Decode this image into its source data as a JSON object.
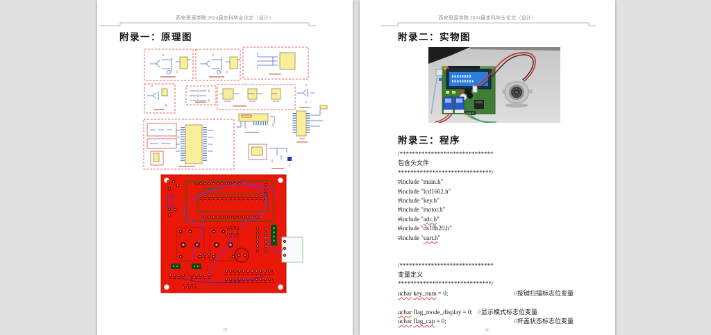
{
  "window": {
    "background": "#e1e1e1"
  },
  "header": {
    "running_title": "西安思源学院 2024届本科毕业论文（设计）"
  },
  "pages": {
    "left": {
      "heading": "附录一：原理图",
      "page_number": "39"
    },
    "right": {
      "heading_physical": "附录二：实物图",
      "heading_program": "附录三：程序",
      "page_number": "40",
      "code": {
        "lines": [
          {
            "segments": [
              {
                "t": "/******************************"
              }
            ]
          },
          {
            "segments": [
              {
                "t": "包含头文件"
              }
            ]
          },
          {
            "segments": [
              {
                "t": "******************************/"
              }
            ]
          },
          {
            "segments": [
              {
                "t": "#include \"main.h\""
              }
            ]
          },
          {
            "segments": [
              {
                "t": "#include \"lcd1602.h\""
              }
            ]
          },
          {
            "segments": [
              {
                "t": "#include \"key.h\""
              }
            ]
          },
          {
            "segments": [
              {
                "t": "#include \"motor.h\""
              }
            ]
          },
          {
            "segments": [
              {
                "t": "#include \""
              },
              {
                "t": "adc.h",
                "wavy": true
              },
              {
                "t": "\""
              }
            ]
          },
          {
            "segments": [
              {
                "t": "#include \"ds18b20.h\""
              }
            ]
          },
          {
            "segments": [
              {
                "t": "#include \""
              },
              {
                "t": "uart.h",
                "wavy": true
              },
              {
                "t": "\""
              }
            ]
          },
          {
            "segments": []
          },
          {
            "segments": []
          },
          {
            "segments": [
              {
                "t": "/******************************"
              }
            ]
          },
          {
            "segments": [
              {
                "t": "变量定义"
              }
            ]
          },
          {
            "segments": [
              {
                "t": "******************************/"
              }
            ]
          },
          {
            "segments": [
              {
                "t": "uchar",
                "wavy": true
              },
              {
                "t": " "
              },
              {
                "t": "key_num",
                "wavy": true
              },
              {
                "t": " = 0;"
              }
            ],
            "comment": "//按键扫描标志位变量",
            "tab": "far"
          },
          {
            "segments": []
          },
          {
            "segments": [
              {
                "t": "uchar",
                "wavy": true
              },
              {
                "t": " flag_mode_display = 0;"
              }
            ],
            "comment": "//显示模式标志位变量",
            "tab": "near"
          },
          {
            "segments": [
              {
                "t": "uchar",
                "wavy": true
              },
              {
                "t": " "
              },
              {
                "t": "flag_cap",
                "wavy": true
              },
              {
                "t": " = 0;"
              }
            ],
            "comment": "//杯盖状态标志位变量",
            "tab": "far"
          }
        ]
      }
    }
  },
  "colors": {
    "page": "#ffffff",
    "schematic_dash": "#e03333",
    "schematic_wire_blue": "#4466cc",
    "chip_yellow": "#f7ef9c",
    "pcb_red": "#e81708",
    "trace_purple": "#7d2fe0",
    "board_green": "#3e7d35",
    "lcd_blue": "#2e7ddd",
    "relay_blue": "#2b59d6",
    "spellcheck_red": "#e04040"
  }
}
